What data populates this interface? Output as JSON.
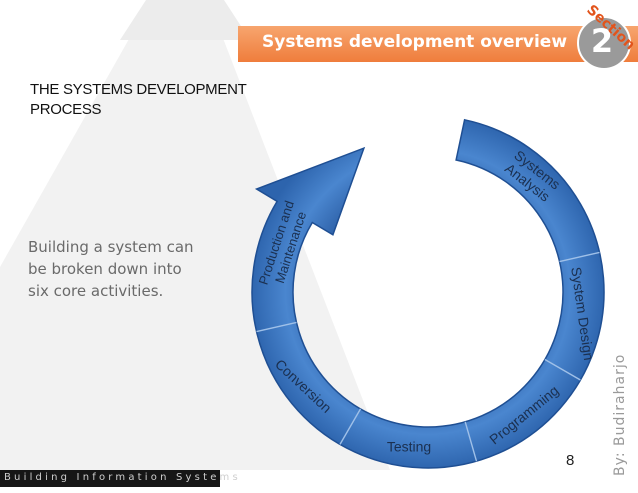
{
  "header": {
    "title": "Systems development overview",
    "section_label": "Section",
    "section_number": "2"
  },
  "slide": {
    "process_title_line1": "THE SYSTEMS DEVELOPMENT",
    "process_title_line2": "PROCESS",
    "body_line1": "Building a system can",
    "body_line2": "be broken down into",
    "body_line3": "six core activities."
  },
  "cycle": {
    "stages": [
      {
        "label_lines": [
          "Systems",
          "Analysis"
        ]
      },
      {
        "label_lines": [
          "System Design"
        ]
      },
      {
        "label_lines": [
          "Programming"
        ]
      },
      {
        "label_lines": [
          "Testing"
        ]
      },
      {
        "label_lines": [
          "Conversion"
        ]
      },
      {
        "label_lines": [
          "Production and",
          "Maintenance"
        ]
      }
    ],
    "colors": {
      "ring_fill": "#3b73bd",
      "ring_edge": "#1f4f93",
      "label": "#1b3050"
    }
  },
  "footer": {
    "text": "Building Information Systems",
    "page_number": "8",
    "author": "By: Budiraharjo"
  },
  "colors": {
    "header_orange": "#ef7d3c",
    "section_red": "#e2541c",
    "footer_bg": "#161616"
  }
}
